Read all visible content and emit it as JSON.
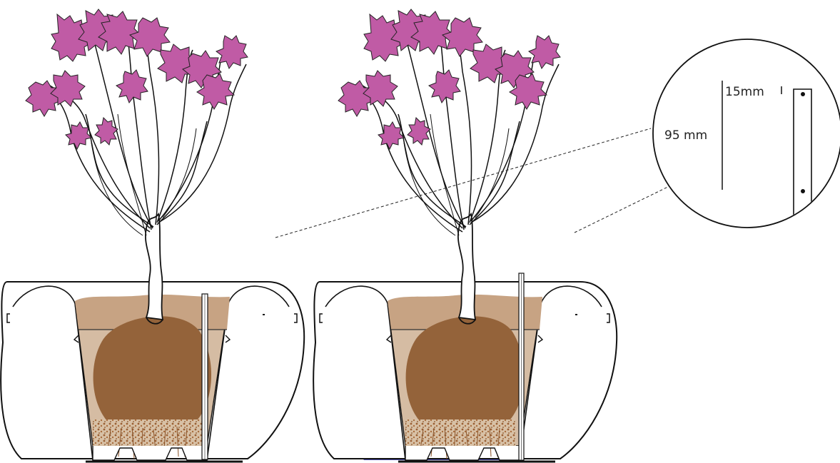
{
  "detail": {
    "label_15": "15mm",
    "label_95": "95 mm"
  },
  "colors": {
    "blossom": "#c05ba5",
    "outline": "#111111",
    "soil_top": "#c7a383",
    "inner_pot_fill": "#d5bca3",
    "root_ball": "#94633a",
    "gravel": "#a0673a",
    "water": "#6a6ac7"
  },
  "icons": [
    "plant-left-pot",
    "plant-right-pot-with-water",
    "water-level-indicator",
    "detail-magnifier"
  ]
}
